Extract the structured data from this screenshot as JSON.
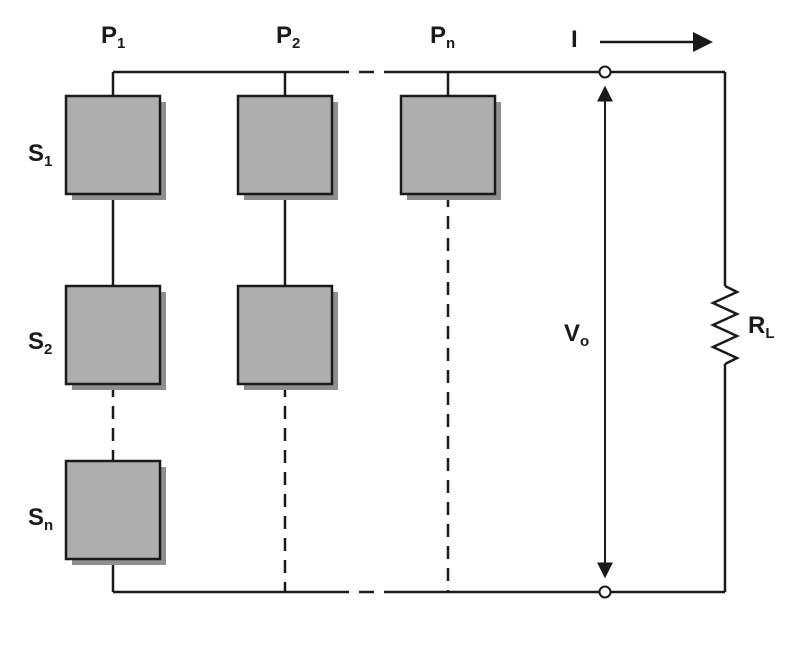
{
  "diagram": {
    "description": "Series-parallel array of solar cells feeding a load resistor",
    "labels": {
      "p1": {
        "main": "P",
        "sub": "1"
      },
      "p2": {
        "main": "P",
        "sub": "2"
      },
      "pn": {
        "main": "P",
        "sub": "n"
      },
      "s1": {
        "main": "S",
        "sub": "1"
      },
      "s2": {
        "main": "S",
        "sub": "2"
      },
      "sn": {
        "main": "S",
        "sub": "n"
      },
      "current": "I",
      "voltage": {
        "main": "V",
        "sub": "o"
      },
      "load": {
        "main": "R",
        "sub": "L"
      }
    },
    "colors": {
      "cell_fill": "#aeaeae",
      "cell_shadow": "#8f8f8f",
      "cell_stroke": "#1a1a1a",
      "wire": "#1a1a1a",
      "terminal_fill": "#ffffff",
      "background": "#ffffff"
    }
  }
}
